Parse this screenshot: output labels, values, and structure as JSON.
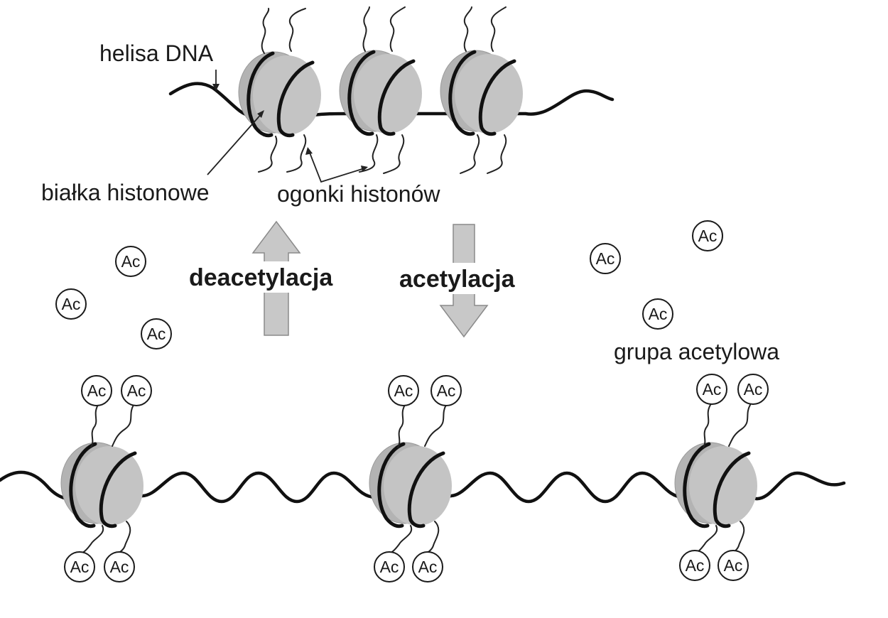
{
  "labels": {
    "dna_helix": "helisa DNA",
    "histone_proteins": "białka histonowe",
    "histone_tails": "ogonki histonów",
    "deacetylation": "deacetylacja",
    "acetylation": "acetylacja",
    "acetyl_group": "grupa acetylowa"
  },
  "acetyl_symbol": "Ac",
  "colors": {
    "line": "#111111",
    "nucleosome": "#c4c4c4",
    "arrow_fill": "#c8c8c8",
    "background": "#ffffff"
  }
}
